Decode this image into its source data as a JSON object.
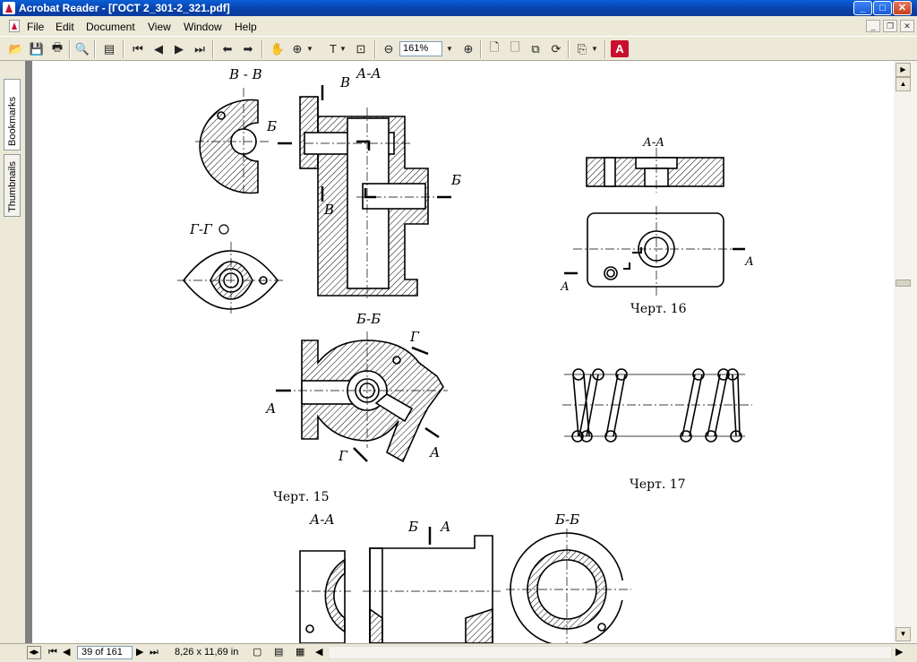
{
  "window": {
    "title": "Acrobat Reader - [ГОСТ 2_301-2_321.pdf]",
    "minimize": "_",
    "maximize": "□",
    "close": "✕"
  },
  "menu": [
    "File",
    "Edit",
    "Document",
    "View",
    "Window",
    "Help"
  ],
  "toolbar": {
    "zoom_value": "161%"
  },
  "side_tabs": {
    "bookmarks": "Bookmarks",
    "thumbnails": "Thumbnails"
  },
  "drawing": {
    "labels": {
      "v_v": "В - В",
      "a_a_main": "А-А",
      "g_g": "Г-Г",
      "b_b": "Б-Б",
      "a_a_16": "А-А",
      "a_a_bottom": "А-А",
      "b_b_bottom": "Б-Б",
      "letter_v": "В",
      "letter_b": "Б",
      "letter_a": "А",
      "letter_g": "Г"
    },
    "captions": {
      "fig15": "Черт. 15",
      "fig16": "Черт. 16",
      "fig17": "Черт. 17"
    }
  },
  "status": {
    "page": "39 of 161",
    "size": "8,26 x 11,69 in"
  }
}
